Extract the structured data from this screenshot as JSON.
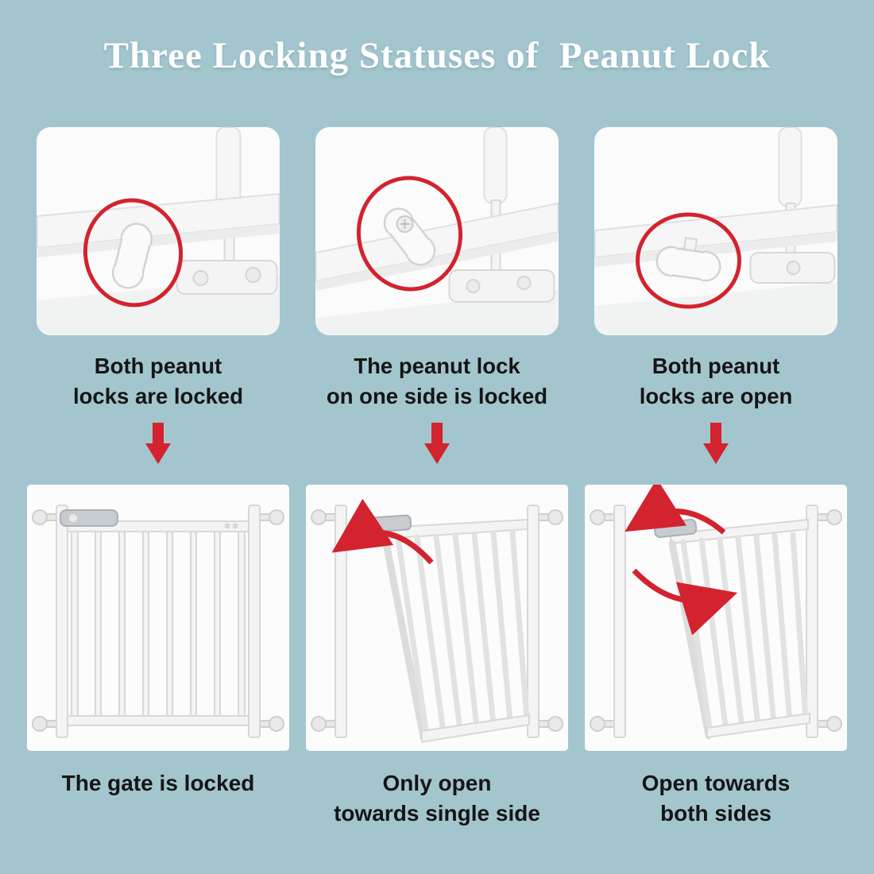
{
  "title": "Three Locking Statuses of  Peanut Lock",
  "colors": {
    "background": "#a3c6ce",
    "accent_red": "#d2232f",
    "caption": "#151515",
    "title": "#ffffff"
  },
  "columns": [
    {
      "top_caption": "Both peanut\nlocks are locked",
      "bottom_caption": "The gate is locked"
    },
    {
      "top_caption": "The peanut lock\non one side is locked",
      "bottom_caption": "Only open\ntowards single side"
    },
    {
      "top_caption": "Both peanut\nlocks are open",
      "bottom_caption": "Open towards\nboth sides"
    }
  ],
  "icons": {
    "annotation_circle": "red-circle",
    "step_arrow": "red-down-arrow",
    "swing_arrow": "red-curved-arrow"
  }
}
